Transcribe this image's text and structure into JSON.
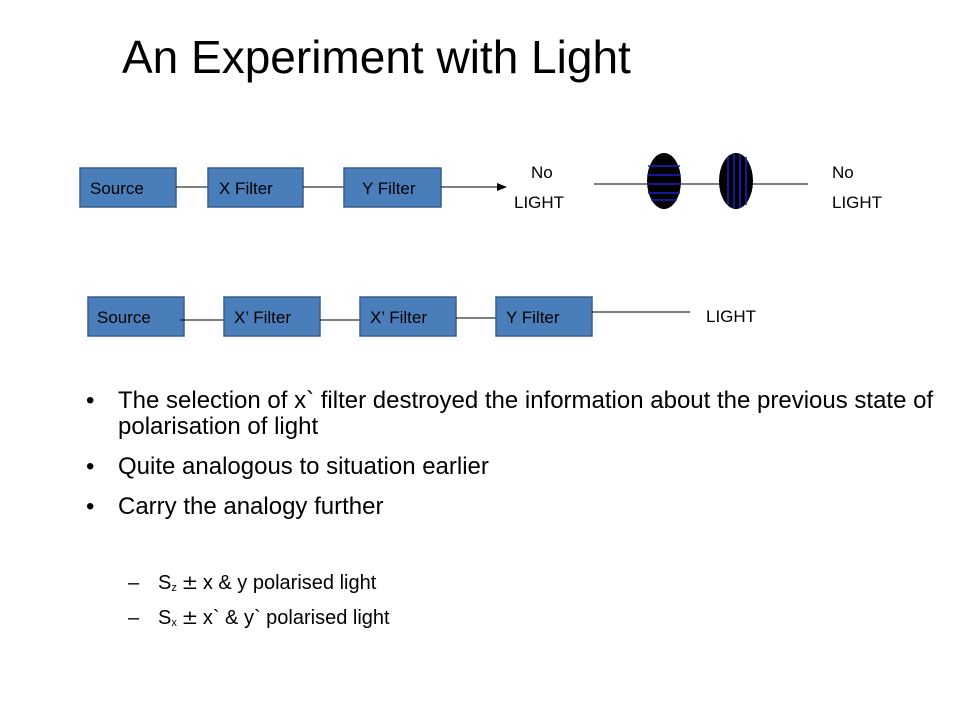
{
  "title": "An Experiment with Light",
  "row1": {
    "boxes": [
      "Source",
      "X Filter",
      "Y Filter"
    ],
    "result_line1": "No",
    "result_line2": "LIGHT",
    "result2_line1": "No",
    "result2_line2": "LIGHT"
  },
  "row2": {
    "boxes": [
      "Source",
      "X’ Filter",
      "X’ Filter",
      "Y Filter"
    ],
    "result": "LIGHT"
  },
  "colors": {
    "box_fill": "#4a7ebb",
    "box_stroke": "#385d8a",
    "polariser_fill": "#000000",
    "polariser_lines": "#1f1fd0"
  },
  "bullets": [
    "The selection of x` filter destroyed the information about the previous state of polarisation of light",
    "Quite analogous to situation earlier",
    "Carry the analogy further"
  ],
  "subitems": [
    {
      "dash": "–",
      "sym": "S",
      "subscript": "z",
      "pm": "±",
      "text": "x & y polarised light"
    },
    {
      "dash": "–",
      "sym": "S",
      "subscript": "x",
      "pm": "±",
      "text": "x` & y` polarised light"
    }
  ]
}
